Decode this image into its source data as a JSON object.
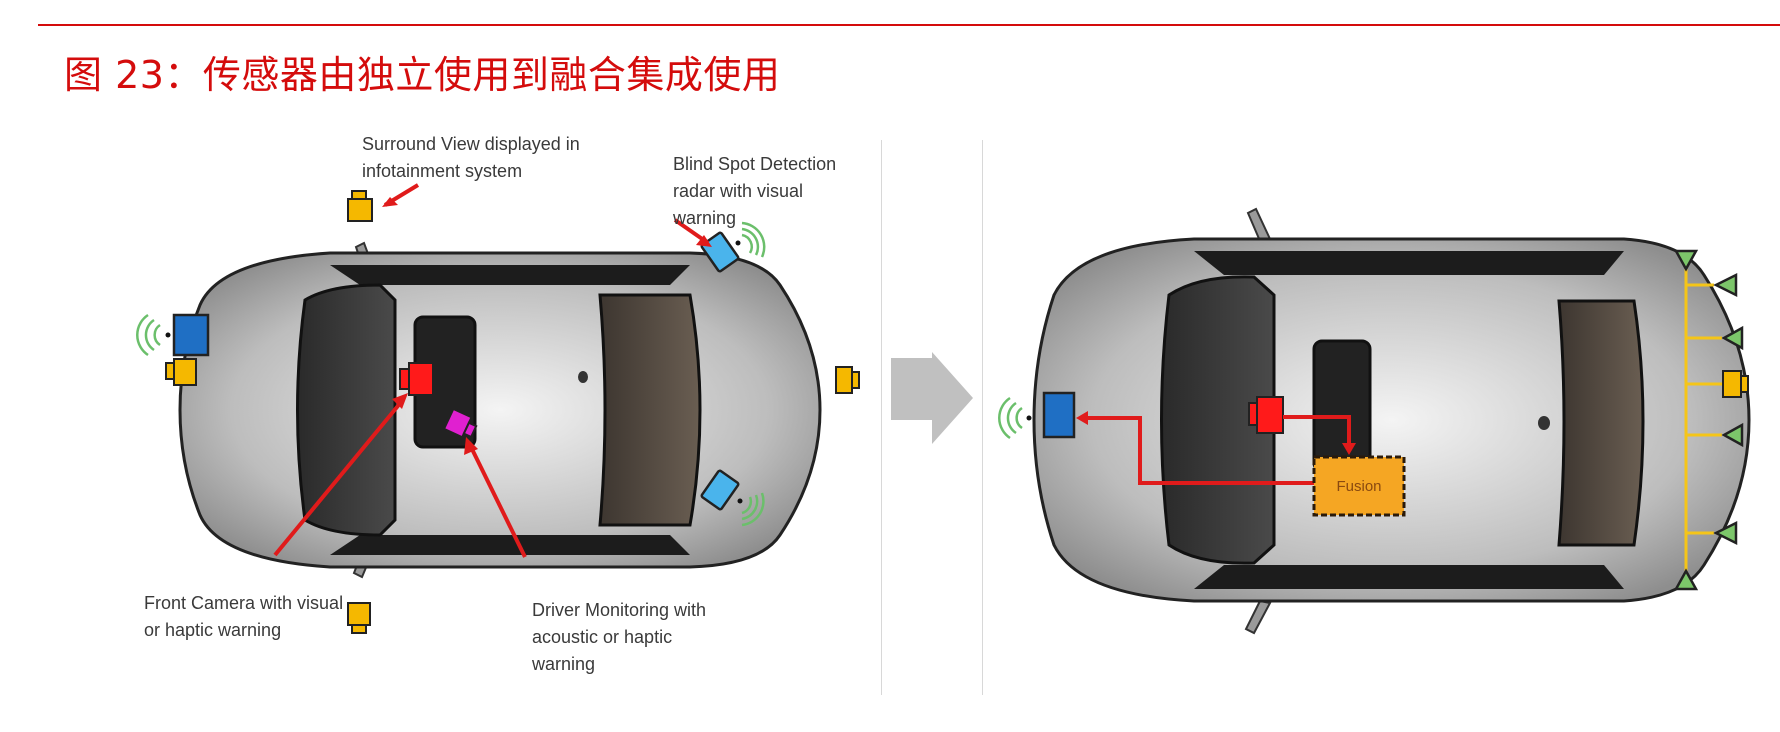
{
  "header": {
    "title": "图 23：传感器由独立使用到融合集成使用",
    "accent_color": "#d40c0c"
  },
  "left_panel": {
    "description": "Independent sensors, each with its own warning",
    "labels": {
      "surround_view": [
        "Surround View displayed in",
        "infotainment system"
      ],
      "blind_spot": [
        "Blind Spot Detection",
        "radar with visual",
        "warning"
      ],
      "front_camera": [
        "Front Camera with visual",
        "or haptic warning"
      ],
      "driver_monitoring": [
        "Driver Monitoring with",
        "acoustic or haptic",
        "warning"
      ]
    },
    "sensor_colors": {
      "surround_camera": "#f5b800",
      "front_radar": "#1f6fc4",
      "blind_spot_radar": "#4ab4ec",
      "front_camera": "#ff1a1a",
      "driver_monitoring": "#e020d0",
      "radar_waves": "#6bbf6b",
      "arrow": "#e01b1b"
    }
  },
  "transition_arrow": {
    "color": "#c0c0c0"
  },
  "right_panel": {
    "description": "Sensors fused into an integrated system",
    "fusion_label": "Fusion",
    "fusion_color": "#f5a623",
    "ultrasonic_color": "#7cc66a",
    "bus_color": "#f5c518"
  }
}
